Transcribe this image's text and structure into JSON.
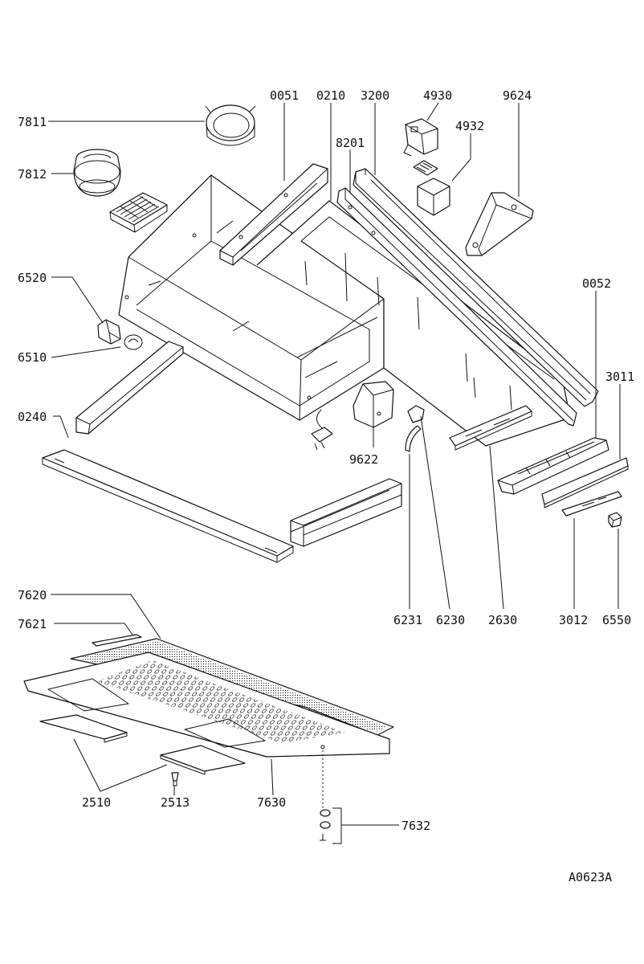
{
  "drawing": {
    "reference": "A0623A",
    "labels": {
      "p7811": "7811",
      "p7812": "7812",
      "p0051": "0051",
      "p0210": "0210",
      "p3200": "3200",
      "p4930": "4930",
      "p4932": "4932",
      "p9624": "9624",
      "p8201": "8201",
      "p6520": "6520",
      "p6510": "6510",
      "p0052": "0052",
      "p3011": "3011",
      "p0240": "0240",
      "p9622": "9622",
      "p6231": "6231",
      "p6230": "6230",
      "p2630": "2630",
      "p3012": "3012",
      "p6550": "6550",
      "p7620": "7620",
      "p7621": "7621",
      "p2510": "2510",
      "p2513": "2513",
      "p7630": "7630",
      "p7632": "7632"
    }
  }
}
